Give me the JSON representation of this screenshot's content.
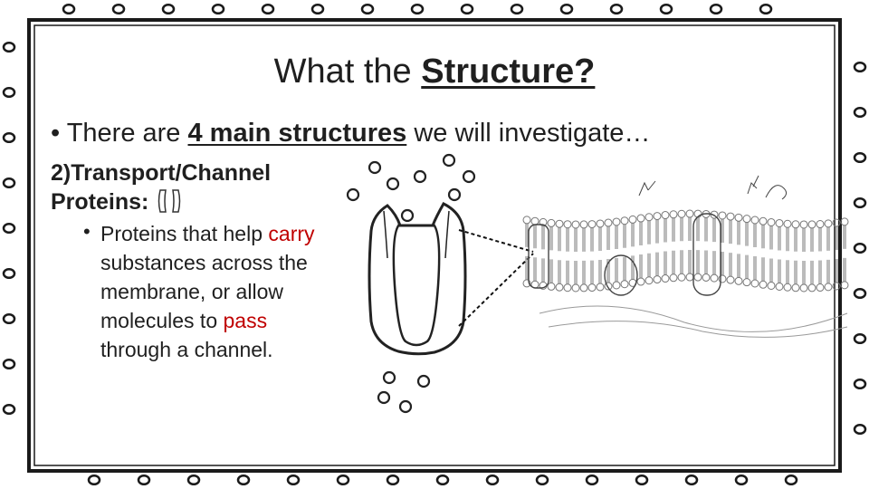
{
  "slide": {
    "title_prefix": "What the ",
    "title_strong": "Structure?",
    "bullet_marker": "•",
    "bullet_prefix": "There are ",
    "bullet_strong": "4 main structures",
    "bullet_suffix": " we will investigate…",
    "heading_line1": "2)Transport/Channel",
    "heading_line2": "Proteins:",
    "sub_bullet_marker": "•",
    "sub_text": {
      "part1": "Proteins that help ",
      "carry": "carry",
      "part2": " substances across the membrane, or allow molecules to ",
      "pass": "pass",
      "part3": " through a channel."
    }
  },
  "colors": {
    "text": "#1f1f1f",
    "highlight": "#c00000",
    "border": "#1a1a1a"
  },
  "icons": {
    "frame": "doodle-border-icon",
    "heading": "channel-protein-icon",
    "diagram": "channel-protein-diagram-icon",
    "membrane": "cell-membrane-icon"
  }
}
